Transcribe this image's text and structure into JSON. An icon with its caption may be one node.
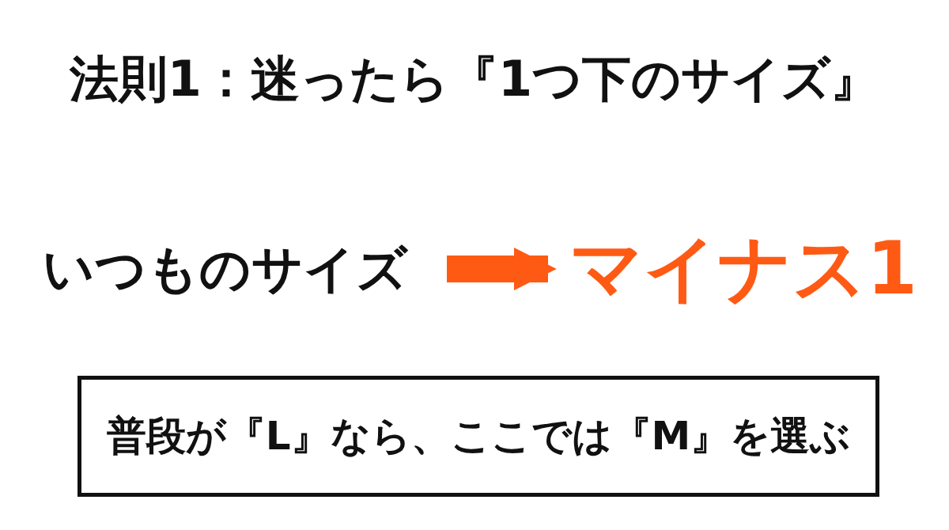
{
  "diagram": {
    "title": "法則1：迷ったら『1つ下のサイズ』",
    "nodes": [
      {
        "text": [
          "いつものサイズ"
        ]
      },
      {
        "text": [
          "マイナス1"
        ]
      },
      {
        "text": [
          "普段が『L』なら、ここでは『M』を選ぶ"
        ]
      }
    ],
    "edges": [
      {
        "from": 0,
        "to": 1,
        "arrow": "to",
        "color": "#ff5a14"
      }
    ]
  }
}
